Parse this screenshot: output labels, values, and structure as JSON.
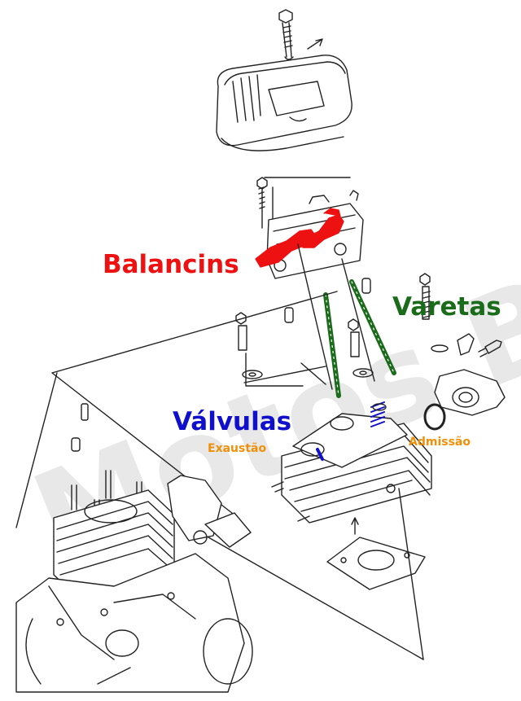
{
  "watermark": "Motos Blog",
  "labels": {
    "balancins": "Balancins",
    "varetas": "Varetas",
    "valvulas": "Válvulas",
    "exaustao": "Exaustão",
    "admissao": "Admissão"
  },
  "colors": {
    "balancins": "#ee1111",
    "varetas": "#1a6b1a",
    "valvulas": "#1010cc",
    "small_labels": "#f0900a",
    "line_art": "#222222",
    "watermark": "#dcdcdc"
  }
}
